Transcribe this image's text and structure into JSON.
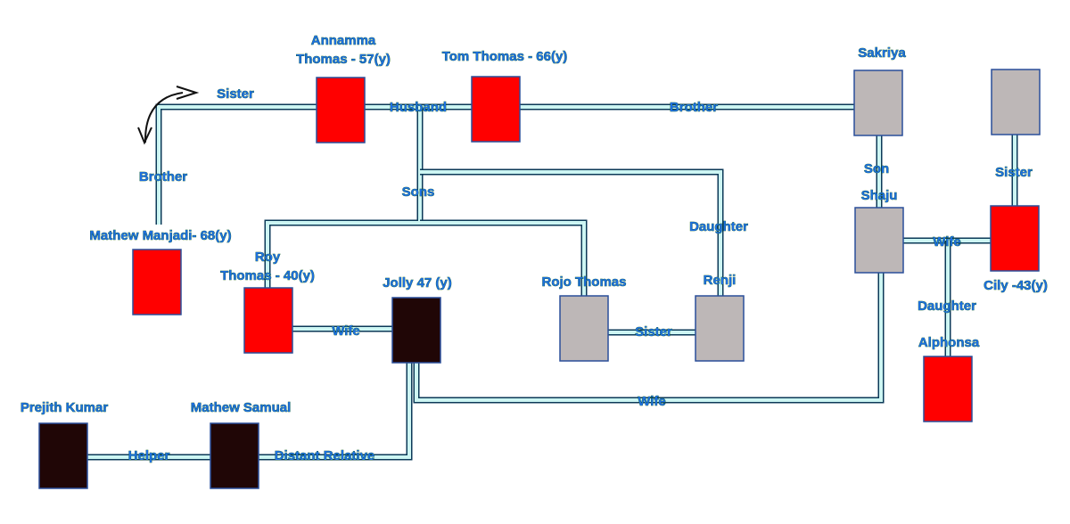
{
  "colors": {
    "red": "#ff0000",
    "gray": "#bdb7b7",
    "dark": "#200606",
    "box_border": "#2a4f9a",
    "label_fill": "#1e6fe0",
    "label_outline": "#0a5a10",
    "line_fill": "#cdf6f3",
    "line_border": "#0c3a58"
  },
  "people": {
    "annamma": {
      "label_lines": [
        "Annamma",
        "Thomas - 57(y)"
      ],
      "color": "red"
    },
    "tom": {
      "label_lines": [
        "Tom Thomas - 66(y)"
      ],
      "color": "red"
    },
    "sakriya": {
      "label_lines": [
        "Sakriya"
      ],
      "color": "gray"
    },
    "sister_box": {
      "label_lines": [],
      "color": "gray"
    },
    "shaju": {
      "label_lines": [
        "Shaju"
      ],
      "color": "gray"
    },
    "cily": {
      "label_lines": [
        "Cily -43(y)"
      ],
      "color": "red"
    },
    "mathew_manjadi": {
      "label_lines": [
        "Mathew Manjadi- 68(y)"
      ],
      "color": "red"
    },
    "roy": {
      "label_lines": [
        "Roy",
        "Thomas - 40(y)"
      ],
      "color": "red"
    },
    "jolly": {
      "label_lines": [
        "Jolly 47 (y)"
      ],
      "color": "dark"
    },
    "rojo": {
      "label_lines": [
        "Rojo Thomas"
      ],
      "color": "gray"
    },
    "renji": {
      "label_lines": [
        "Renji"
      ],
      "color": "gray"
    },
    "alphonsa": {
      "label_lines": [
        "Alphonsa"
      ],
      "color": "red"
    },
    "prejith": {
      "label_lines": [
        "Prejith Kumar"
      ],
      "color": "dark"
    },
    "mathew_samual": {
      "label_lines": [
        "Mathew Samual"
      ],
      "color": "dark"
    }
  },
  "relations": {
    "sister": "Sister",
    "brother_left": "Brother",
    "husband": "Husband",
    "brother_top": "Brother",
    "sons": "Sons",
    "daughter_renji": "Daughter",
    "son_shaju": "Son",
    "sister_right": "Sister",
    "wife_shaju_cily": "Wife",
    "daughter_alphonsa": "Daughter",
    "wife_roy_jolly": "Wife",
    "sister_rojo_renji": "Sister",
    "wife_jolly_shaju": "Wife",
    "helper": "Helper",
    "distant_relative": "Distant Relative"
  }
}
